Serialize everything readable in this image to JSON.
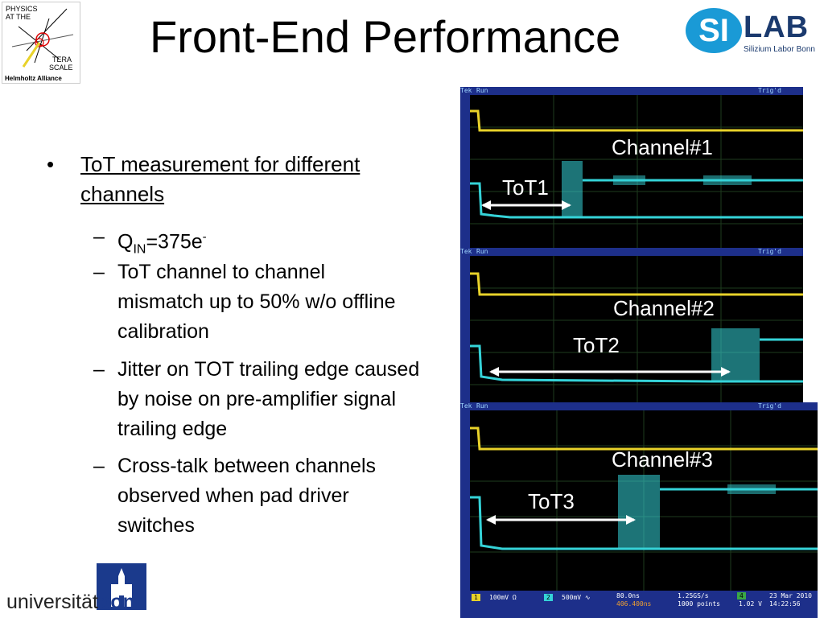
{
  "header": {
    "title": "Front-End Performance",
    "terascale_logo": {
      "line1": "PHYSICS",
      "line2": "AT THE",
      "line3": "TERA",
      "line4": "SCALE",
      "line5": "Helmholtz Alliance"
    },
    "silab_logo": {
      "si": "SI",
      "lab": "LAB",
      "sub": "Silizium Labor Bonn",
      "color": "#1a9ad6"
    }
  },
  "content": {
    "bullet_symbol": "•",
    "dash_symbol": "–",
    "main_bullet": "ToT measurement for different channels",
    "sub_bullets": [
      {
        "pre": "Q",
        "sub": "IN",
        "mid": "=375e",
        "sup": "-"
      },
      {
        "text": "ToT channel to channel mismatch up to 50% w/o offline calibration"
      },
      {
        "text": "Jitter on TOT trailing edge caused by noise on pre-amplifier signal trailing edge"
      },
      {
        "text": "Cross-talk between channels observed when pad driver switches"
      }
    ]
  },
  "scopes": [
    {
      "channel": "Channel#1",
      "tot": "ToT1",
      "tek": "Tek",
      "run": "Run",
      "trig": "Trig'd"
    },
    {
      "channel": "Channel#2",
      "tot": "ToT2",
      "tek": "Tek",
      "run": "Run",
      "trig": "Trig'd"
    },
    {
      "channel": "Channel#3",
      "tot": "ToT3",
      "tek": "Tek",
      "run": "Run",
      "trig": "Trig'd"
    }
  ],
  "scope_bar": {
    "ch1": "1",
    "ch1_scale": "100mV Ω",
    "ch2": "2",
    "ch2_scale": "500mV ∿",
    "timebase": "80.0ns",
    "delay": "406.400ns",
    "rate": "1.25GS/s",
    "points": "1000 points",
    "trig_ch": "4",
    "trig_level": "1.02 V",
    "date": "23 Mar 2010",
    "time": "14:22:56"
  },
  "footer": {
    "uni": "universität",
    "bonn": "bonn"
  },
  "colors": {
    "trace_ch1": "#e8d22a",
    "trace_ch2": "#35d3d8",
    "scope_frame": "#1d2f8a"
  }
}
